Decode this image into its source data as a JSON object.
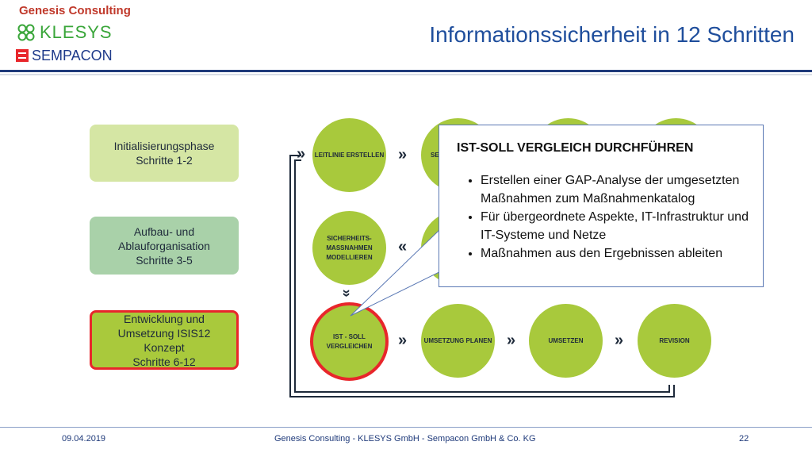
{
  "header": {
    "brand_genesis": "Genesis Consulting",
    "brand_klesys": "KLESYS",
    "brand_sempacon": "SEMPACON",
    "title": "Informationssicherheit in 12 Schritten"
  },
  "phases": [
    {
      "line1": "Initialisierungsphase",
      "line2": "Schritte 1-2"
    },
    {
      "line1": "Aufbau- und",
      "line2": "Ablauforganisation",
      "line3": "Schritte 3-5"
    },
    {
      "line1": "Entwicklung und",
      "line2": "Umsetzung ISIS12",
      "line3": "Konzept",
      "line4": "Schritte 6-12"
    }
  ],
  "steps": {
    "leitlinie": "LEITLINIE ERSTELLEN",
    "sicherheit_l1": "SICHERHEITS-",
    "sicherheit_l2": "MASSNAHMEN",
    "sicherheit_l3": "MODELLIEREN",
    "istsoll_l1": "IST - SOLL",
    "istsoll_l2": "VERGLEICHEN",
    "umsetzung_planen": "UMSETZUNG PLANEN",
    "umsetzen": "UMSETZEN",
    "revision": "REVISION",
    "partial_se": "SE"
  },
  "arrows": {
    "right": "»",
    "left": "«",
    "down": "»"
  },
  "callout": {
    "title": "IST-SOLL VERGLEICH DURCHFÜHREN",
    "bullets": [
      "Erstellen einer GAP-Analyse der umgesetzten Maßnahmen zum Maßnahmenkatalog",
      "Für übergeordnete Aspekte, IT-Infrastruktur und IT-Systeme und Netze",
      "Maßnahmen aus den Ergebnissen ableiten"
    ]
  },
  "footer": {
    "date": "09.04.2019",
    "company": "Genesis Consulting - KLESYS GmbH -  Sempacon GmbH & Co. KG",
    "page": "22"
  },
  "colors": {
    "accent_blue": "#1f4e9c",
    "circle_green": "#a8c93c",
    "highlight_red": "#e8262b"
  }
}
